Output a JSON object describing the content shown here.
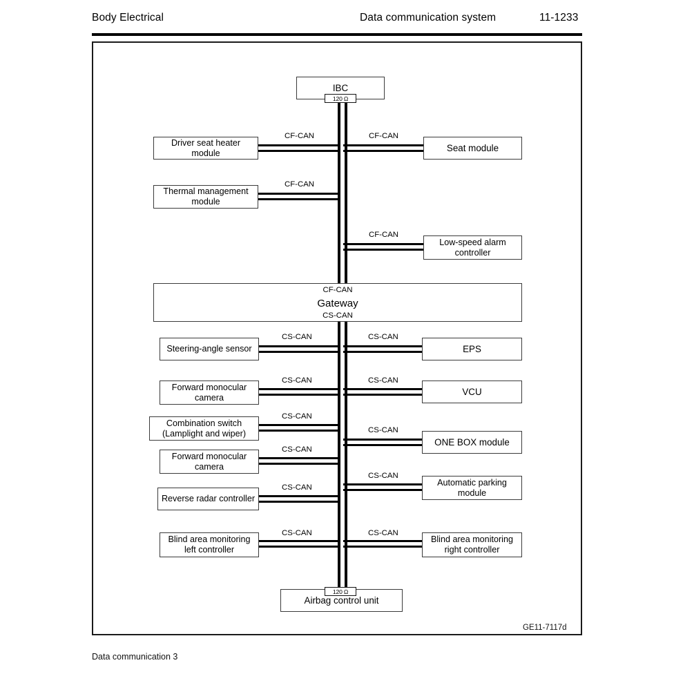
{
  "header": {
    "left": "Body Electrical",
    "middle": "Data communication system",
    "right": "11-1233"
  },
  "figure": {
    "code": "GE11-7117d",
    "caption": "Data communication 3"
  },
  "diagram": {
    "type": "can-bus-network",
    "terminator_value": "120 Ω",
    "bus_names": {
      "cf": "CF-CAN",
      "cs": "CS-CAN"
    },
    "gateway": {
      "label": "Gateway",
      "top_bus": "CF-CAN",
      "bottom_bus": "CS-CAN"
    },
    "top_terminator_node": {
      "label": "IBC",
      "terminator": "120 Ω"
    },
    "bottom_terminator_node": {
      "label": "Airbag control unit",
      "terminator": "120 Ω"
    },
    "cf_can_left_nodes": [
      {
        "label": "Driver seat heater module",
        "bus": "CF-CAN"
      },
      {
        "label": "Thermal management module",
        "bus": "CF-CAN"
      }
    ],
    "cf_can_right_nodes": [
      {
        "label": "Seat module",
        "bus": "CF-CAN"
      },
      {
        "label": "Low-speed alarm controller",
        "bus": "CF-CAN"
      }
    ],
    "cs_can_left_nodes": [
      {
        "label": "Steering-angle sensor",
        "bus": "CS-CAN"
      },
      {
        "label": "Forward monocular camera",
        "bus": "CS-CAN"
      },
      {
        "label": "Combination switch (Lamplight and wiper)",
        "bus": "CS-CAN"
      },
      {
        "label": "Forward monocular camera",
        "bus": "CS-CAN"
      },
      {
        "label": "Reverse radar controller",
        "bus": "CS-CAN"
      },
      {
        "label": "Blind area monitoring left controller",
        "bus": "CS-CAN"
      }
    ],
    "cs_can_right_nodes": [
      {
        "label": "EPS",
        "bus": "CS-CAN"
      },
      {
        "label": "VCU",
        "bus": "CS-CAN"
      },
      {
        "label": "ONE BOX module",
        "bus": "CS-CAN"
      },
      {
        "label": "Automatic parking module",
        "bus": "CS-CAN"
      },
      {
        "label": "Blind area monitoring right controller",
        "bus": "CS-CAN"
      }
    ]
  }
}
